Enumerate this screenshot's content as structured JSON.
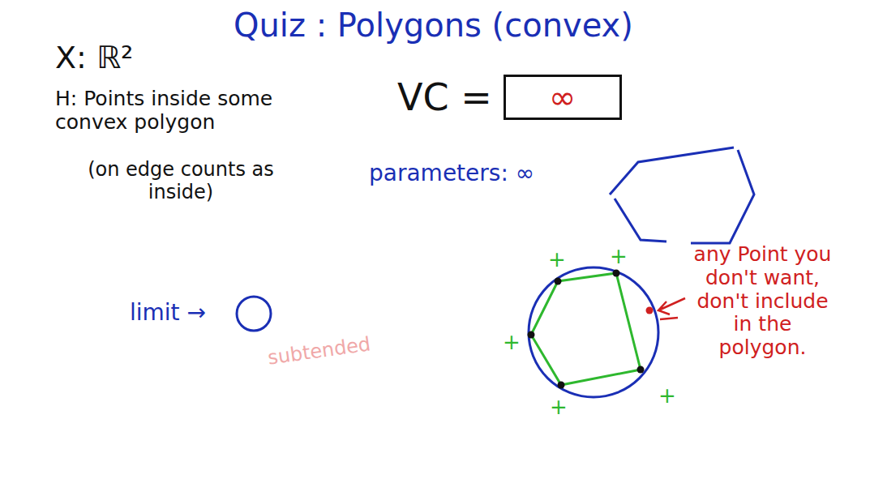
{
  "diagram": {
    "title": "Quiz : Polygons (convex)",
    "nodes": [
      {
        "text": [
          "VC =",
          "∞"
        ]
      }
    ],
    "labels": [
      "X: ℝ²",
      "H: Points inside some convex polygon",
      "(on edge counts as inside)",
      "limit →",
      "parameters: ∞",
      "subtended",
      "any Point you don't want, don't include in the polygon.",
      "+",
      "+",
      "+",
      "+",
      "+"
    ]
  }
}
